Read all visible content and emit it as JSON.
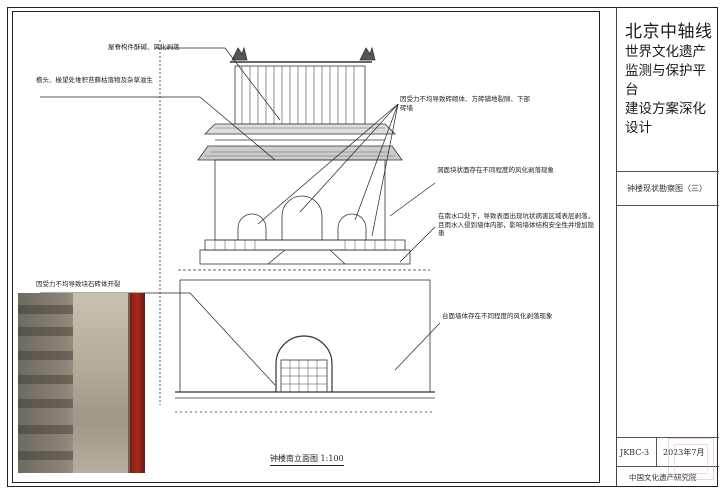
{
  "title_block": {
    "project_title_lines": [
      "北京中轴线",
      "世界文化遗产",
      "监测与保护平台",
      "建设方案深化设计"
    ],
    "sheet_name": "钟楼现状勘察图（三）",
    "drawing_code": "JKBC-3",
    "date": "2023年7月",
    "organization": "中国文化遗产研究院"
  },
  "drawing": {
    "caption": "钟楼南立面图 1:100"
  },
  "annotations": {
    "roof_components": "屋脊构件酥碱、风化剥落",
    "eave_vegetation": "檐头、椽望处堆积苔藓枯落物及杂草滋生",
    "platform_damage": "因受力不均导致砖砌体、方砖铺地裂隙、下部砖墙",
    "arch_weathering": "洞面块状面存在不同程度的风化剥落现象",
    "drainage_issue": "在南水口处下，导致表面出现坑状病害区域表层剥落，且雨水入侵到墙体内部，影响墙体结构安全性并增加隐患",
    "wall_crack": "因受力不均导致块石砖体开裂",
    "lower_weathering": "台面墙体存在不同程度的风化剥落现象"
  }
}
